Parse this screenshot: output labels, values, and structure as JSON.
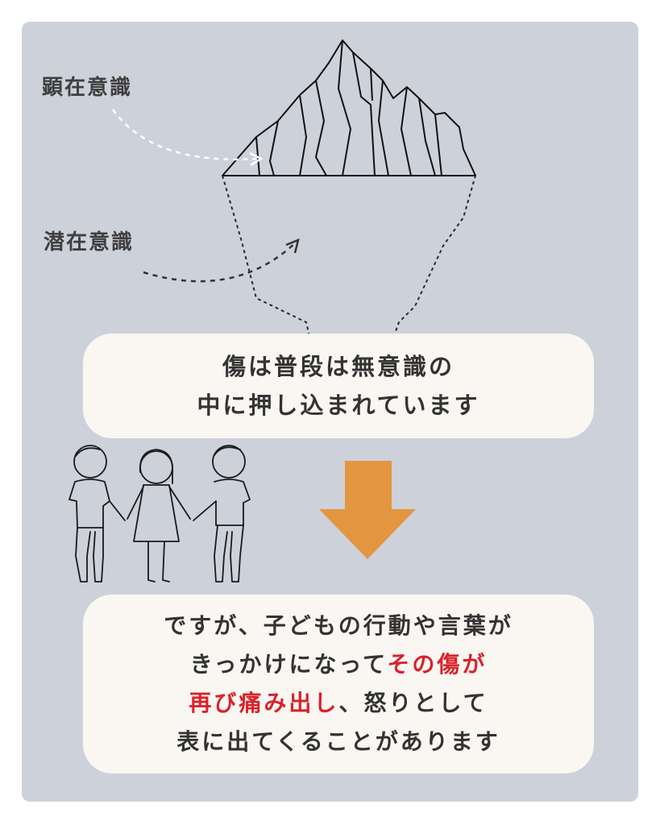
{
  "labels": {
    "conscious": "顕在意識",
    "subconscious": "潜在意識"
  },
  "top_card": {
    "line1": "傷は普段は無意識の",
    "line2": "中に押し込まれています"
  },
  "bottom_card": {
    "line1": "ですが、子どもの行動や言葉が",
    "line2_normal": "きっかけになって",
    "line2_highlight": "その傷が",
    "line3_highlight": "再び痛み出し",
    "line3_normal": "、怒りとして",
    "line4": "表に出てくることがあります"
  },
  "colors": {
    "panel": "#cdd1da",
    "card": "#faf7f3",
    "arrow": "#e3963f",
    "highlight": "#d8232a",
    "text": "#333333"
  },
  "icons": [
    "iceberg-icon",
    "down-arrow-icon",
    "children-holding-hands-icon"
  ]
}
